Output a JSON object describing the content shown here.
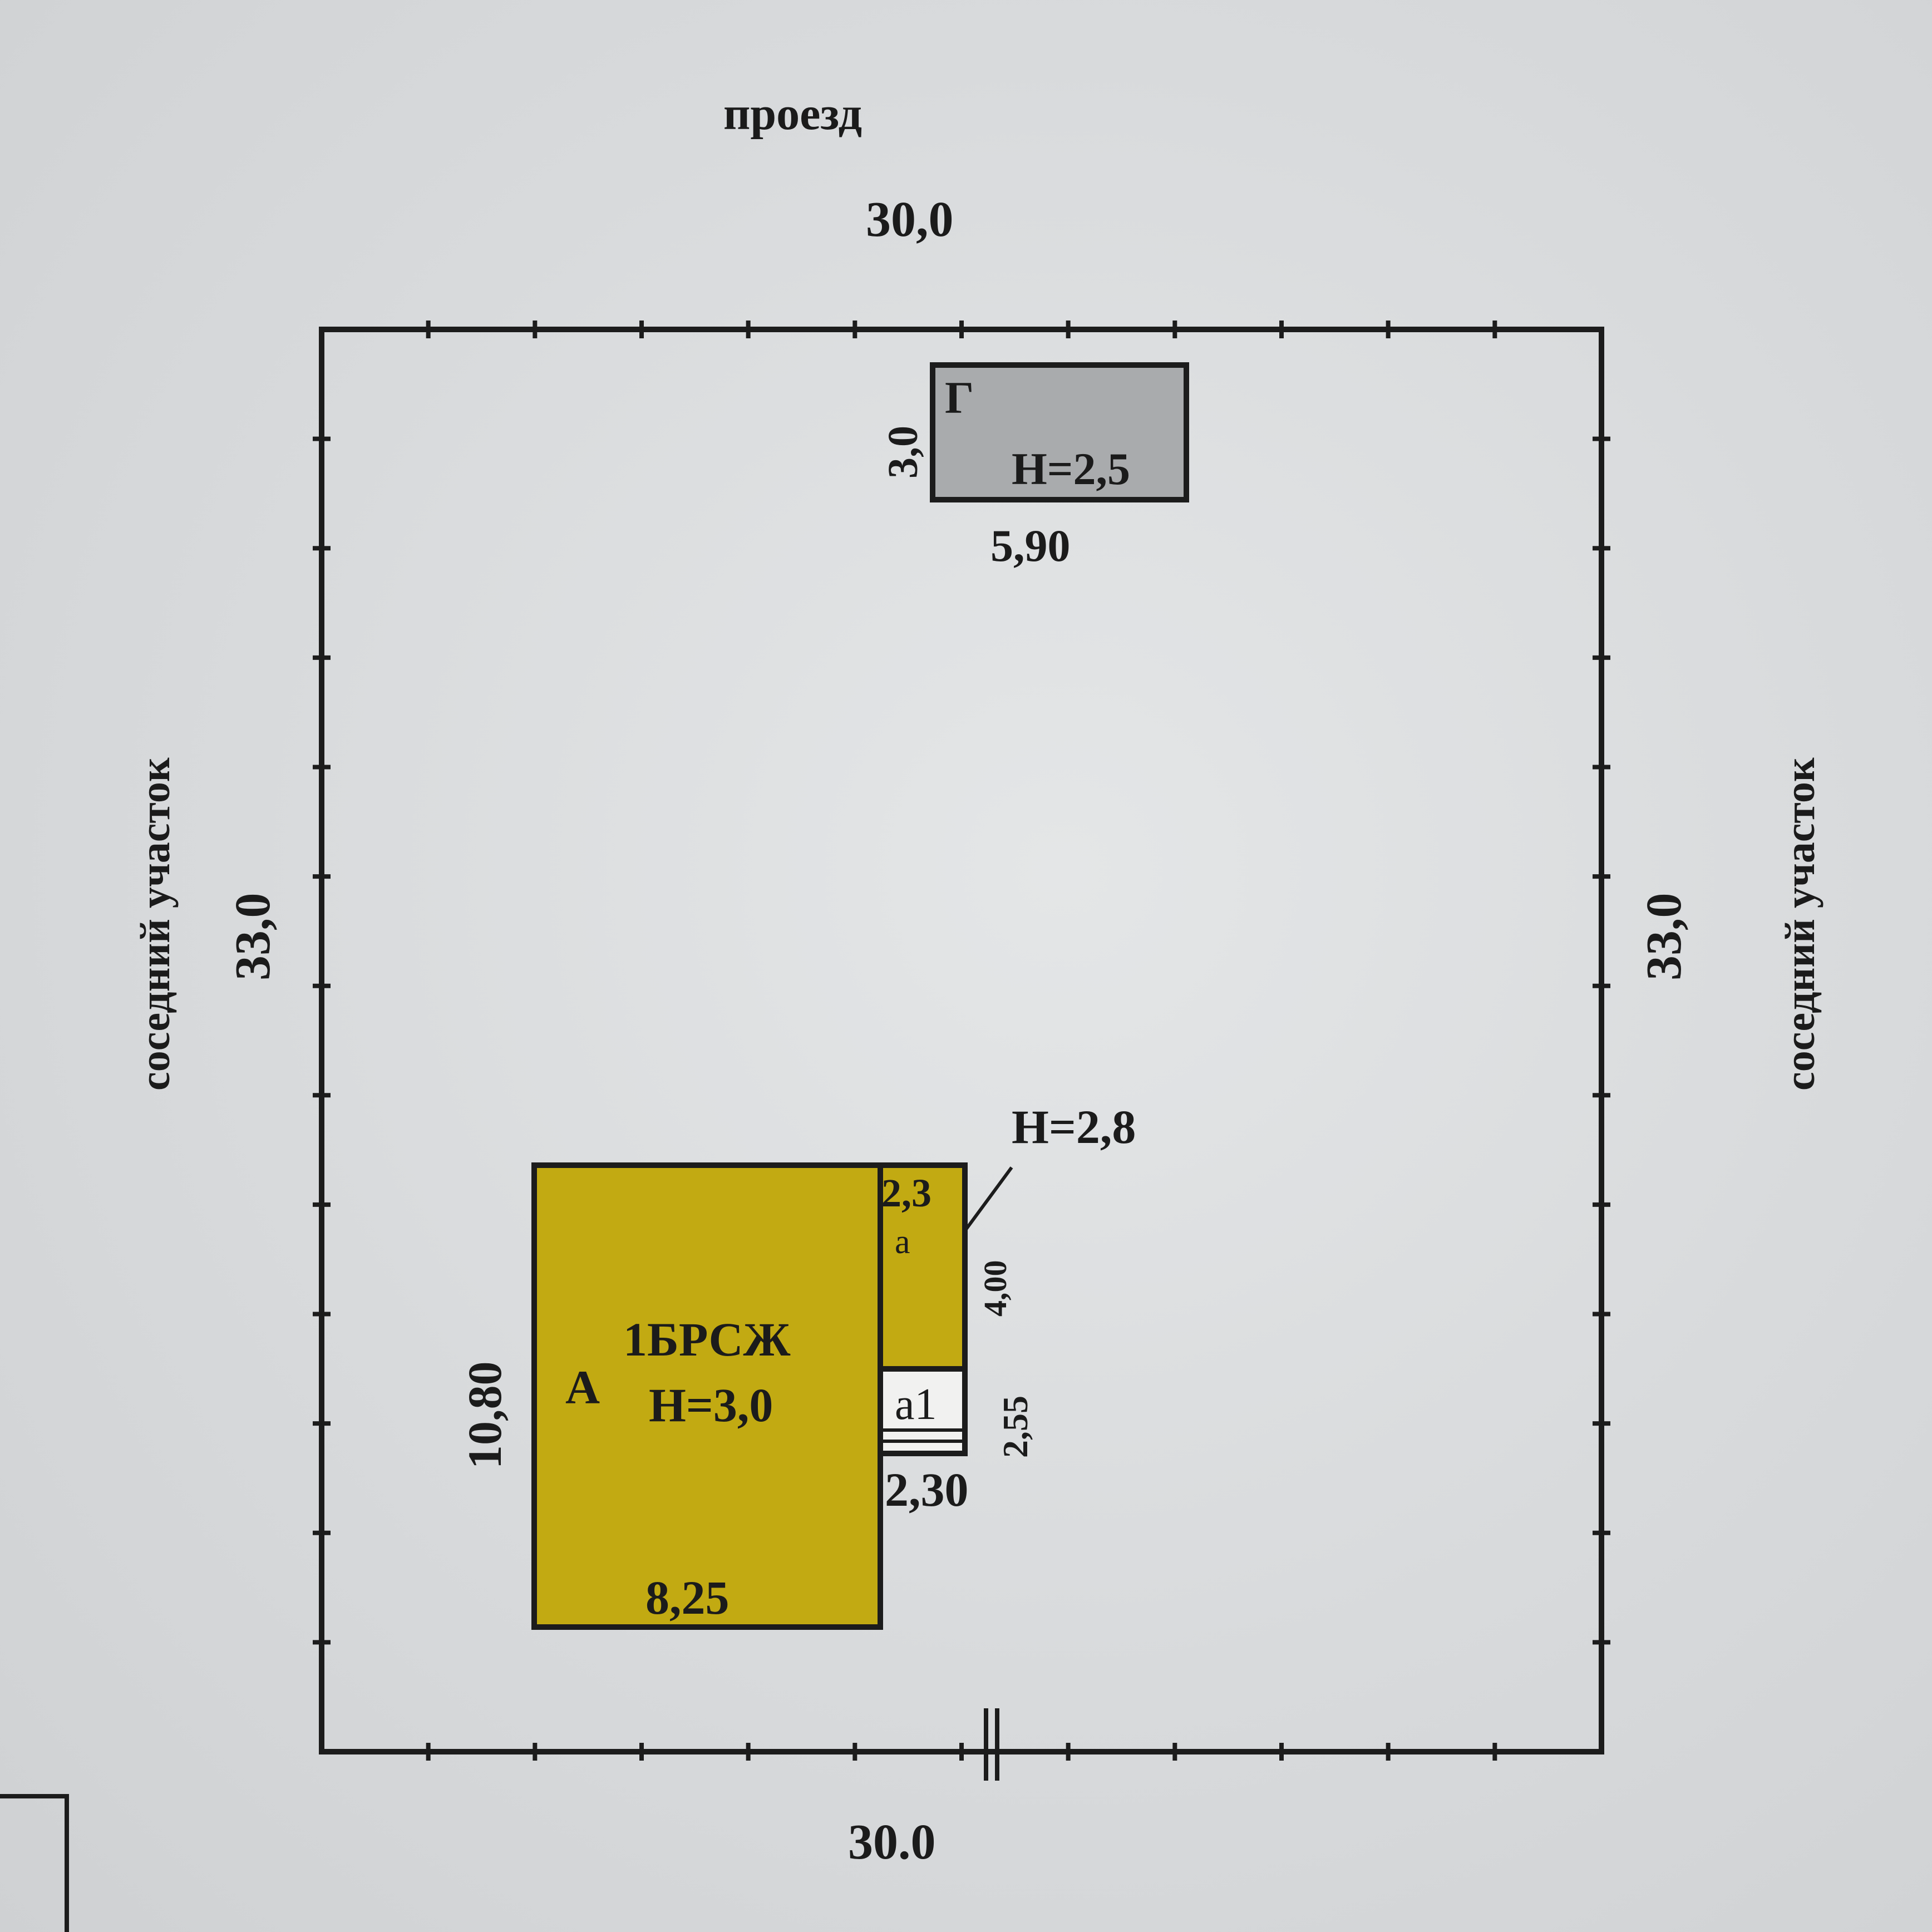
{
  "plot": {
    "top_label": "проезд",
    "top_length": "30,0",
    "bottom_length": "30.0",
    "left_side_label": "соседний участок",
    "right_side_label": "соседний участок",
    "left_length": "33,0",
    "right_length": "33,0"
  },
  "building_g": {
    "letter": "Г",
    "height": "Н=2,5",
    "width": "5,90",
    "depth": "3,0",
    "fill_color": "#a9abad"
  },
  "building_a": {
    "letter": "А",
    "material": "1БРСЖ",
    "height": "Н=3,0",
    "width": "8,25",
    "depth": "10,80",
    "fill_color": "#c2aa12"
  },
  "annex_a": {
    "letter": "а",
    "top_width": "2,3",
    "depth": "4,00",
    "height": "Н=2,8",
    "fill_color": "#c2aa12"
  },
  "annex_a1": {
    "letter": "а1",
    "bottom_width": "2,30",
    "depth": "2,55"
  }
}
